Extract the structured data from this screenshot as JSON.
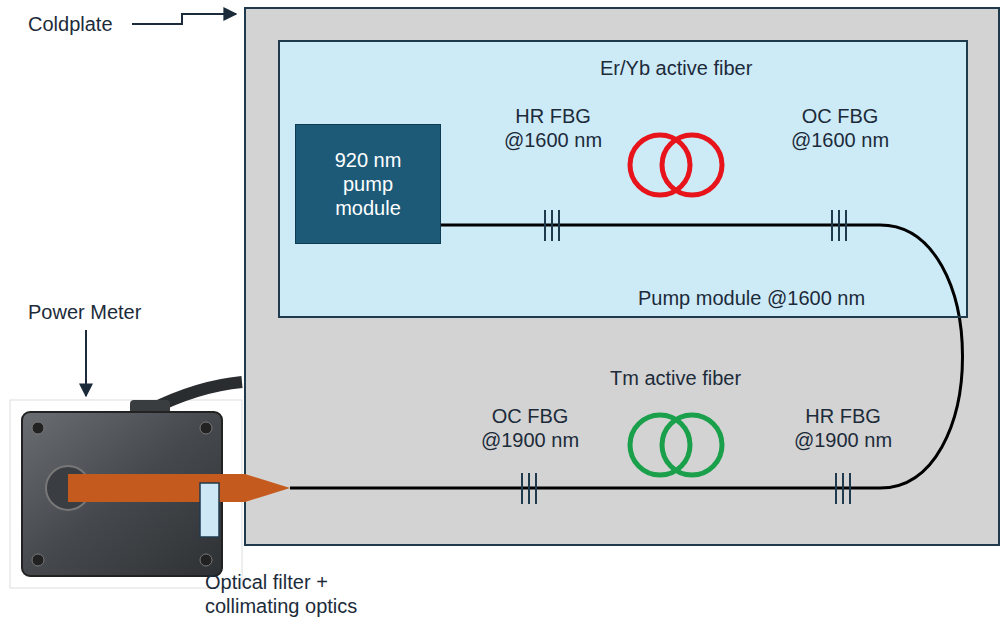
{
  "diagram": {
    "nodes": [
      {
        "text": [
          "Pump module @1600 nm"
        ]
      },
      {
        "text": [
          "920 nm pump module"
        ],
        "in": 0
      }
    ],
    "labels": [
      "Coldplate",
      "Power Meter",
      "Optical filter + collimating optics",
      "Er/Yb active fiber",
      "HR FBG @1600 nm",
      "OC FBG @1600 nm",
      "Tm active fiber",
      "OC FBG @1900 nm",
      "HR FBG @1900 nm"
    ]
  }
}
